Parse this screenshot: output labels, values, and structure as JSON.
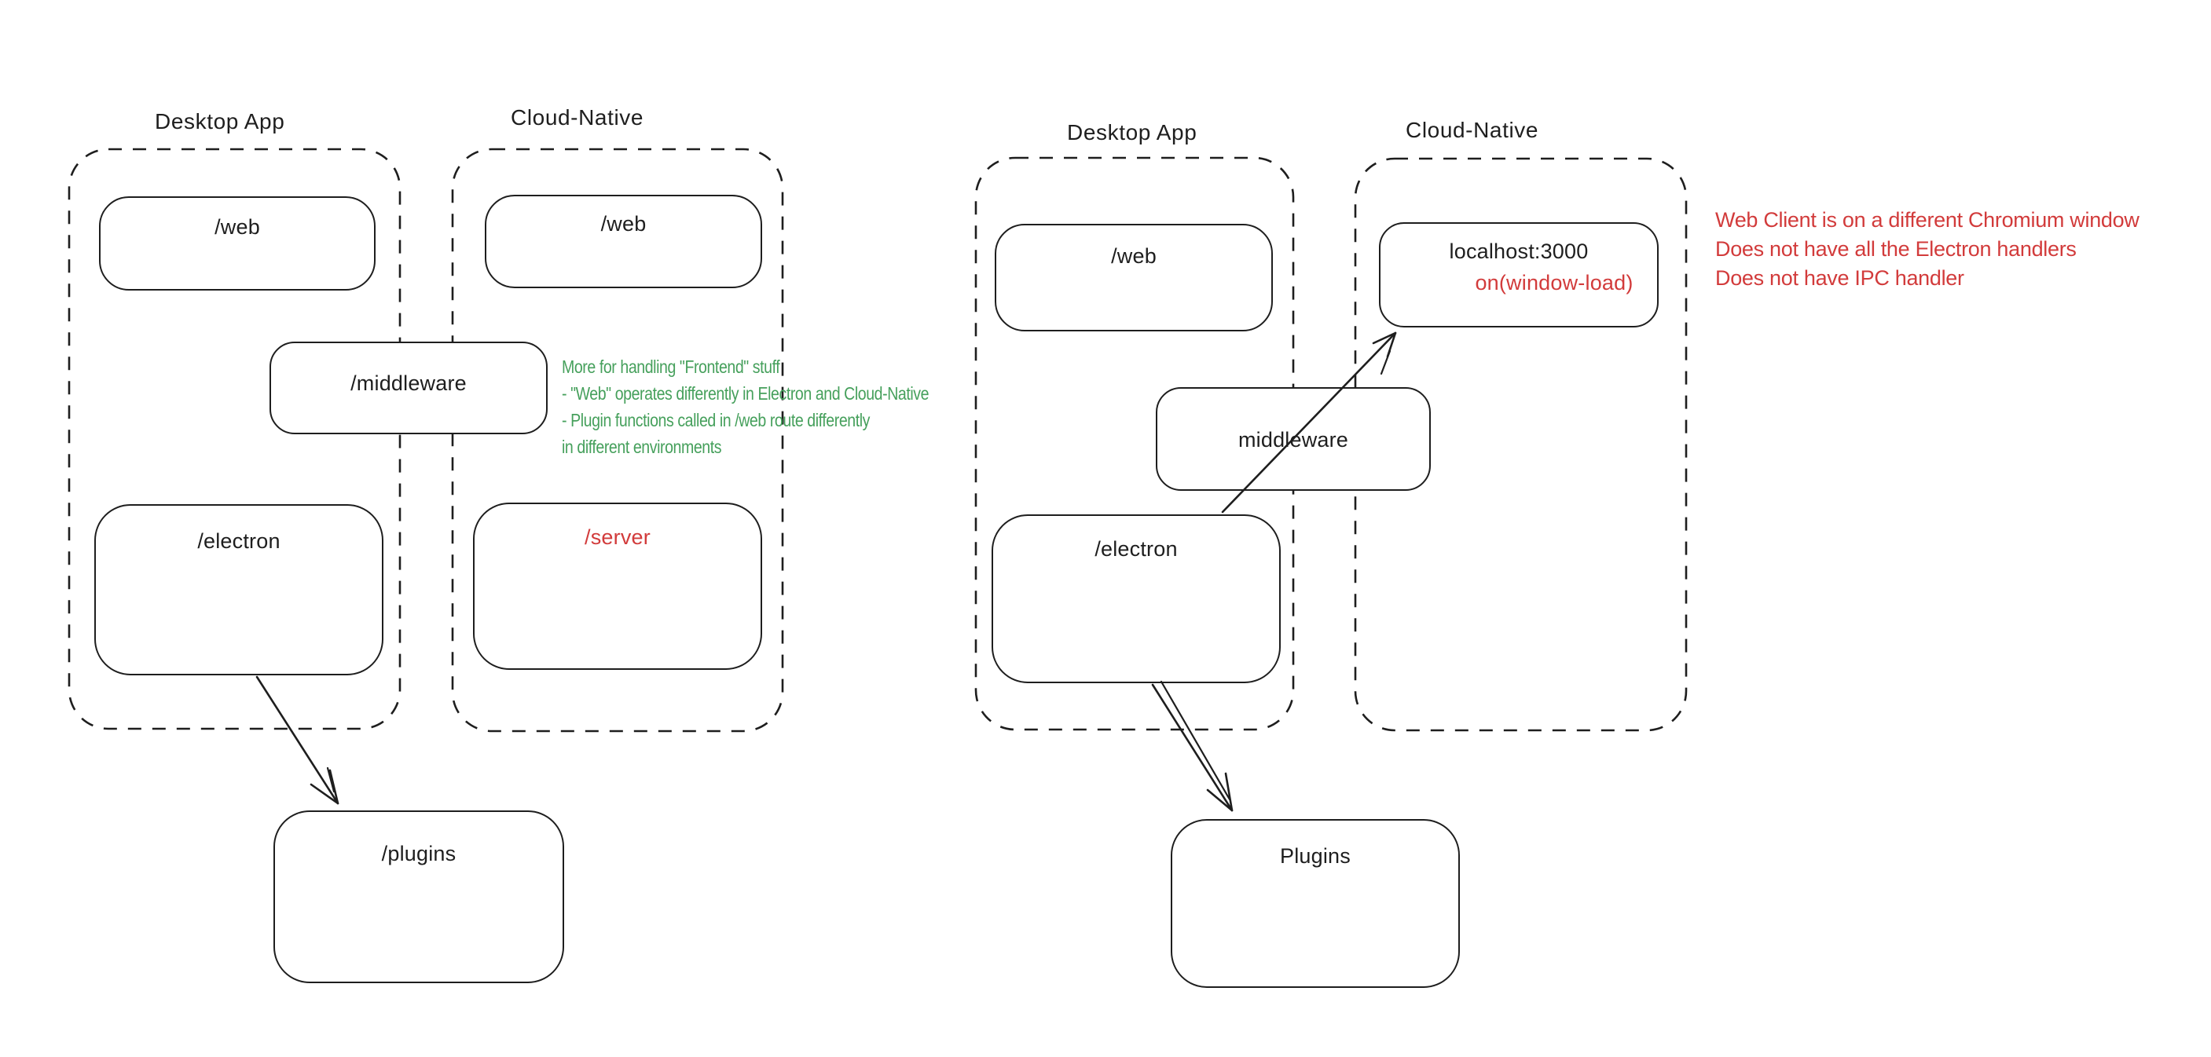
{
  "colors": {
    "ink": "#1e1e1e",
    "red": "#d23b3b",
    "green": "#46a05c",
    "background": "#ffffff"
  },
  "left": {
    "desktop": {
      "label": "Desktop App",
      "web": "/web",
      "electron": "/electron"
    },
    "cloud": {
      "label": "Cloud-Native",
      "web": "/web",
      "server": "/server"
    },
    "middleware": "/middleware",
    "plugins": "/plugins",
    "note": {
      "color": "green",
      "lines": [
        "More for handling \"Frontend\" stuff",
        "- \"Web\" operates differently in Electron and Cloud-Native",
        "- Plugin functions called in /web route differently",
        "in different environments"
      ]
    }
  },
  "right": {
    "desktop": {
      "label": "Desktop App",
      "web": "/web",
      "electron": "/electron"
    },
    "cloud": {
      "label": "Cloud-Native",
      "localhost": "localhost:3000",
      "localhost_event": "on(window-load)"
    },
    "middleware": "middleware",
    "plugins": "Plugins",
    "note": {
      "color": "red",
      "lines": [
        "Web Client is on a different Chromium window",
        "Does not have all the Electron handlers",
        "Does not have IPC handler"
      ]
    }
  }
}
